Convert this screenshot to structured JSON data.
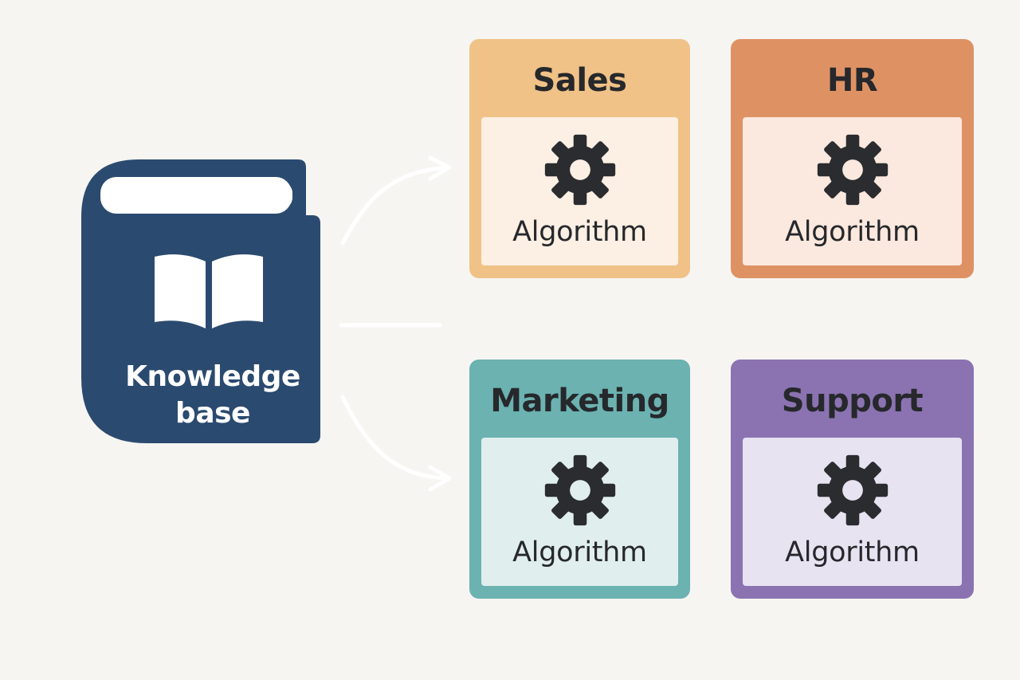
{
  "knowledge_base": {
    "label_line1": "Knowledge",
    "label_line2": "base",
    "color": "#2b4a6f"
  },
  "departments": [
    {
      "name": "Sales",
      "algorithm_label": "Algorithm",
      "accent": "#f0c287",
      "body": "#fcefe4",
      "icon": "gear-icon"
    },
    {
      "name": "HR",
      "algorithm_label": "Algorithm",
      "accent": "#de9264",
      "body": "#fbe8de",
      "icon": "gear-icon"
    },
    {
      "name": "Marketing",
      "algorithm_label": "Algorithm",
      "accent": "#6bb2b1",
      "body": "#e1eeee",
      "icon": "gear-icon"
    },
    {
      "name": "Support",
      "algorithm_label": "Algorithm",
      "accent": "#8b73b2",
      "body": "#e8e3f1",
      "icon": "gear-icon"
    }
  ]
}
